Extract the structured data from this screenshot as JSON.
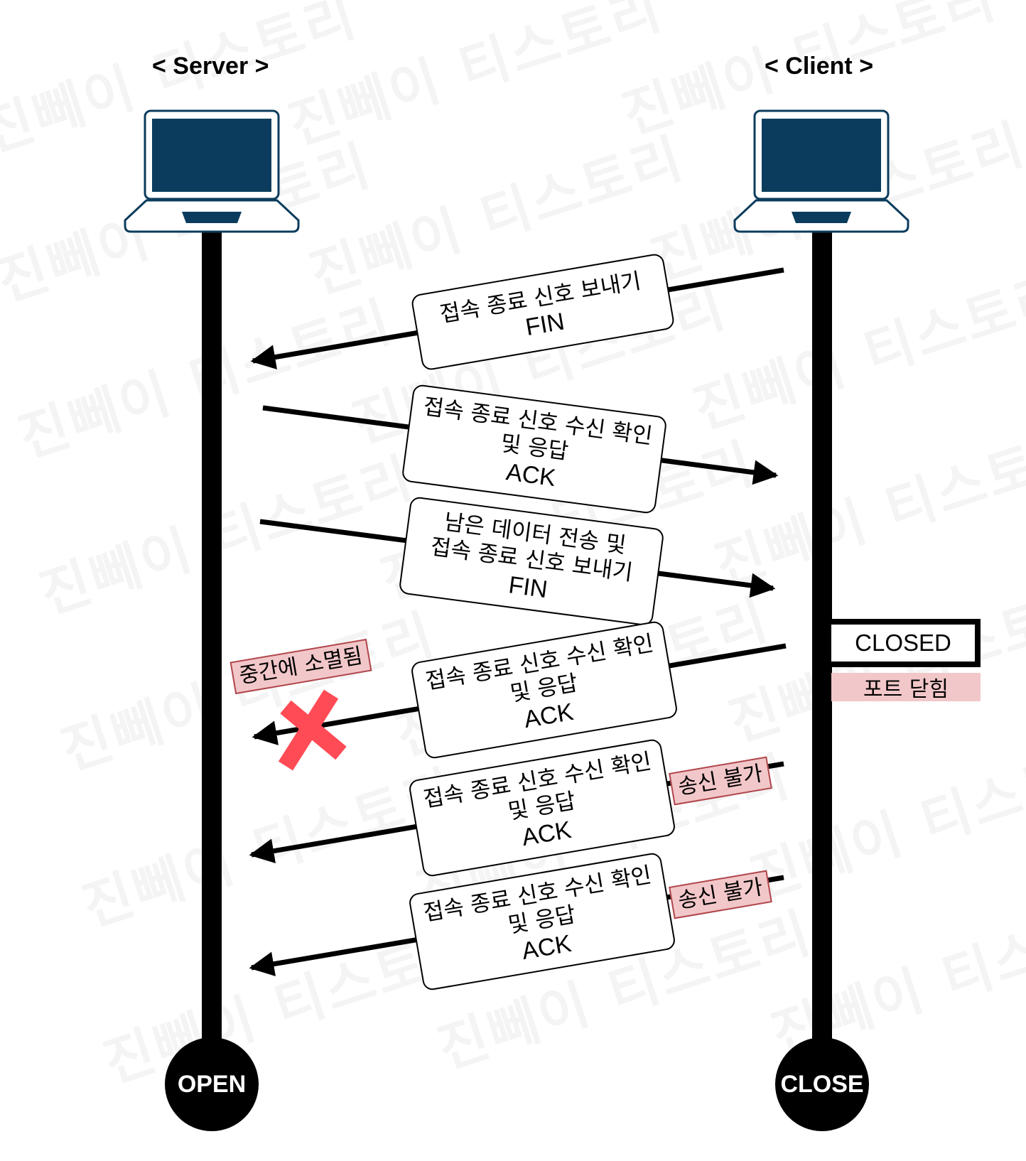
{
  "watermark": {
    "text": "진뻬이 티스토리",
    "color": "rgba(0,0,0,0.045)"
  },
  "colors": {
    "laptop_screen": "#0b3c5d",
    "note_fill": "#f2c7c9",
    "note_border": "#b0474d",
    "x_mark": "#ff4b55"
  },
  "server": {
    "title": "< Server >",
    "icon": "laptop-icon",
    "state_label": "OPEN"
  },
  "client": {
    "title": "< Client >",
    "icon": "laptop-icon",
    "state_label": "CLOSE"
  },
  "messages": [
    {
      "lines": [
        "접속 종료 신호 보내기",
        "FIN"
      ],
      "direction": "client-to-server",
      "status": "delivered"
    },
    {
      "lines": [
        "접속 종료 신호 수신 확인",
        "및 응답",
        "ACK"
      ],
      "direction": "server-to-client",
      "status": "delivered"
    },
    {
      "lines": [
        "남은 데이터 전송 및",
        "접속 종료 신호 보내기",
        "FIN"
      ],
      "direction": "server-to-client",
      "status": "delivered"
    },
    {
      "lines": [
        "접속 종료 신호 수신 확인",
        "및 응답",
        "ACK"
      ],
      "direction": "client-to-server",
      "status": "lost"
    },
    {
      "lines": [
        "접속 종료 신호 수신 확인",
        "및 응답",
        "ACK"
      ],
      "direction": "client-to-server",
      "status": "cannot-send"
    },
    {
      "lines": [
        "접속 종료 신호 수신 확인",
        "및 응답",
        "ACK"
      ],
      "direction": "client-to-server",
      "status": "cannot-send"
    }
  ],
  "notes": {
    "lost": "중간에 소멸됨",
    "cannot_send": "송신 불가",
    "closed_state": "CLOSED",
    "port_closed": "포트 닫힘"
  }
}
